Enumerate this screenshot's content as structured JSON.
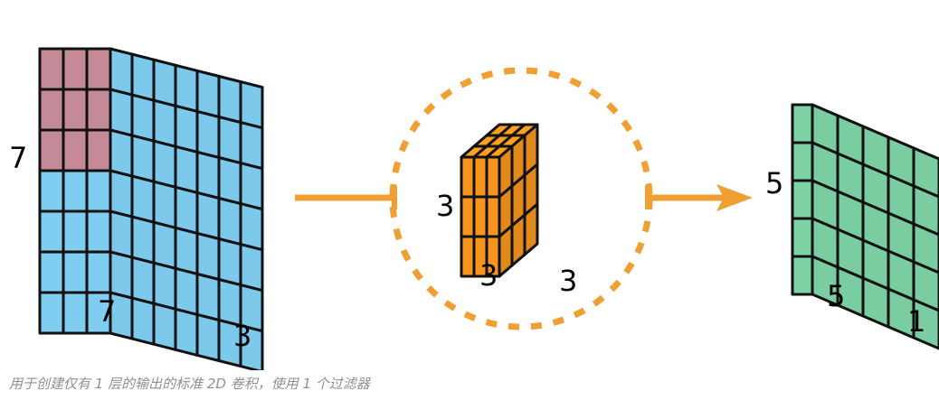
{
  "figure": {
    "input_volume": {
      "label_height": "7",
      "label_width": "7",
      "label_depth": "3",
      "color": "#7fcdf1",
      "highlight_color": "#c48a98"
    },
    "filter": {
      "label_height": "3",
      "label_width": "3",
      "label_depth": "3",
      "color": "#f7941d",
      "ring_color": "#f0a033"
    },
    "output_map": {
      "label_height": "5",
      "label_width": "5",
      "label_depth": "1",
      "color": "#7dd3a6"
    },
    "arrow_color": "#f0a033"
  },
  "caption": "用于创建仅有 1 层的输出的标准 2D 卷积，使用 1 个过滤器"
}
